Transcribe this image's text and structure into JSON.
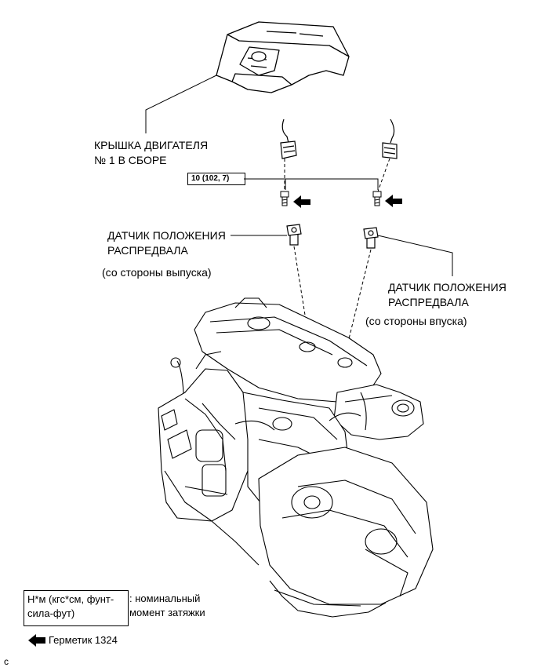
{
  "labels": {
    "engine_cover": [
      "КРЫШКА ДВИГАТЕЛЯ",
      "№ 1 В СБОРЕ"
    ],
    "exhaust_sensor": [
      "ДАТЧИК ПОЛОЖЕНИЯ",
      "РАСПРЕДВАЛА"
    ],
    "exhaust_side": "(со стороны выпуска)",
    "intake_sensor": [
      "ДАТЧИК ПОЛОЖЕНИЯ",
      "РАСПРЕДВАЛА"
    ],
    "intake_side": "(со стороны впуска)"
  },
  "torque": "10 (102, 7)",
  "legend": {
    "unit": [
      "Н*м (кгс*см, фунт-",
      "сила-фут)"
    ],
    "definition": [
      ": номинальный",
      "момент затяжки"
    ],
    "sealant": "Герметик 1324"
  },
  "corner_mark": "c"
}
